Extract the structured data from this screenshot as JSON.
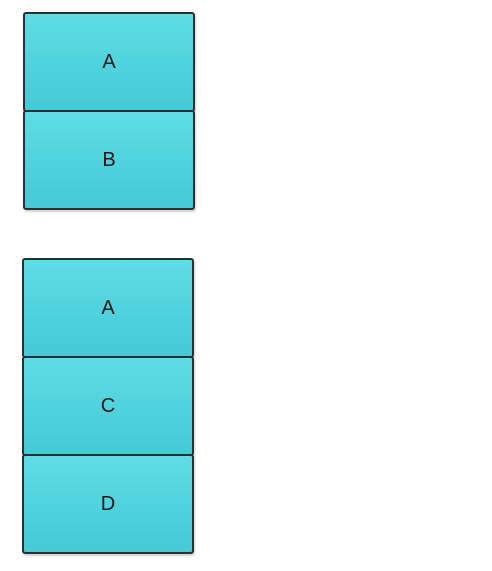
{
  "diagram": {
    "stacks": [
      {
        "blocks": [
          {
            "label": "A"
          },
          {
            "label": "B"
          }
        ]
      },
      {
        "blocks": [
          {
            "label": "A"
          },
          {
            "label": "C"
          },
          {
            "label": "D"
          }
        ]
      }
    ],
    "block_color": "#52d6e0",
    "border_color": "#2a2f33"
  }
}
